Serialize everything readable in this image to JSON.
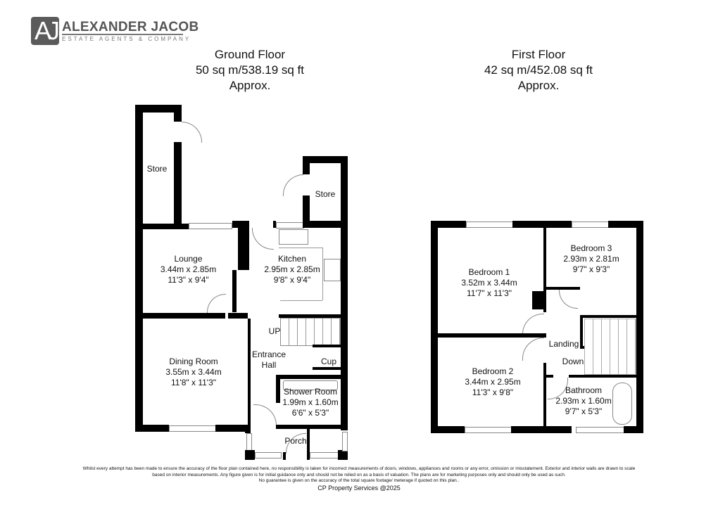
{
  "brand": {
    "monogram": "AJ",
    "name": "ALEXANDER JACOB",
    "tagline": "ESTATE AGENTS & COMPANY",
    "logo_color": "#5b5b5b"
  },
  "floors": [
    {
      "title": "Ground Floor",
      "area": "50 sq m/538.19 sq ft",
      "approx": "Approx.",
      "rooms": [
        {
          "name": "Store",
          "dims_m": "",
          "dims_ft": ""
        },
        {
          "name": "Store",
          "dims_m": "",
          "dims_ft": ""
        },
        {
          "name": "Lounge",
          "dims_m": "3.44m x 2.85m",
          "dims_ft": "11'3\" x 9'4\""
        },
        {
          "name": "Kitchen",
          "dims_m": "2.95m x 2.85m",
          "dims_ft": "9'8\" x 9'4\""
        },
        {
          "name": "Dining Room",
          "dims_m": "3.55m x 3.44m",
          "dims_ft": "11'8\" x 11'3\""
        },
        {
          "name": "Entrance Hall",
          "dims_m": "",
          "dims_ft": ""
        },
        {
          "name": "Cup",
          "dims_m": "",
          "dims_ft": ""
        },
        {
          "name": "Shower Room",
          "dims_m": "1.99m x 1.60m",
          "dims_ft": "6'6\" x 5'3\""
        },
        {
          "name": "Porch",
          "dims_m": "",
          "dims_ft": ""
        }
      ],
      "stairs_label": "UP"
    },
    {
      "title": "First Floor",
      "area": "42 sq m/452.08 sq ft",
      "approx": "Approx.",
      "rooms": [
        {
          "name": "Bedroom 1",
          "dims_m": "3.52m x 3.44m",
          "dims_ft": "11'7\" x 11'3\""
        },
        {
          "name": "Bedroom 3",
          "dims_m": "2.93m x 2.81m",
          "dims_ft": "9'7\" x 9'3\""
        },
        {
          "name": "Landing",
          "dims_m": "",
          "dims_ft": ""
        },
        {
          "name": "Bedroom 2",
          "dims_m": "3.44m x 2.95m",
          "dims_ft": "11'3\" x 9'8\""
        },
        {
          "name": "Bathroom",
          "dims_m": "2.93m x 1.60m",
          "dims_ft": "9'7\" x 5'3\""
        }
      ],
      "stairs_label": "Down"
    }
  ],
  "disclaimer": {
    "line1": "Whilst every attempt has been made to ensure the accuracy of the floor plan contained here, no responsibility is taken for incorrect measurements of doors, windows, appliances and rooms or any error, omission or misstatement. Exterior and interior walls are drawn to scale",
    "line2": "based on interior measurements. Any figure given is for initial guidance only and should not be relied on as a basis of valuation. The plans are for marketing purposes only and should only be used as such.",
    "line3": "No guarantee is given on the accuracy of the total square footage/ meterage if quoted on this plan..",
    "credit": "CP Property Services @2025"
  }
}
